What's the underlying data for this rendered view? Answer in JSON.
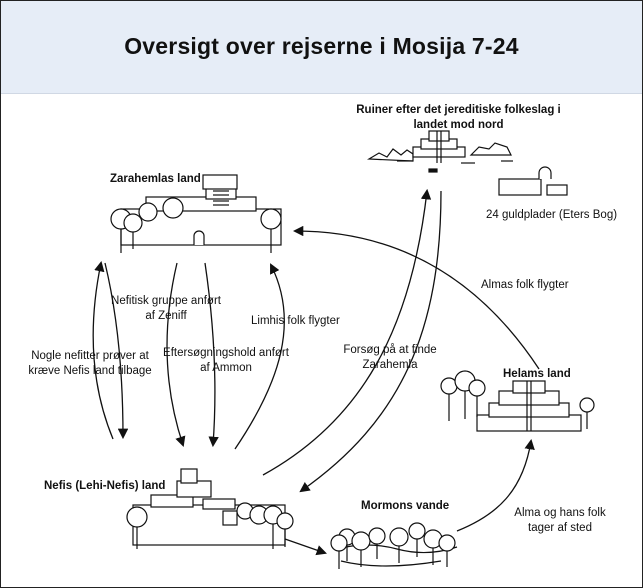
{
  "title": "Oversigt over rejserne i Mosija 7-24",
  "places": {
    "ruins": "Ruiner efter det jereditiske folkeslag i landet mod nord",
    "zarahemla": "Zarahemlas land",
    "nephi": "Nefis (Lehi-Nefis) land",
    "mormon": "Mormons vande",
    "helam": "Helams land"
  },
  "notes": {
    "plates": "24 guldplader (Eters Bog)"
  },
  "journeys": {
    "some_nephites": "Nogle nefitter prøver at kræve Nefis land tilbage",
    "zeniff": "Nefitisk gruppe anført af Zeniff",
    "ammon": "Eftersøgningshold anført af Ammon",
    "limhi": "Limhis folk flygter",
    "search": "Forsøg på at finde Zarahemla",
    "alma_flee": "Almas folk flygter",
    "alma_depart": "Alma og hans folk tager af sted"
  }
}
